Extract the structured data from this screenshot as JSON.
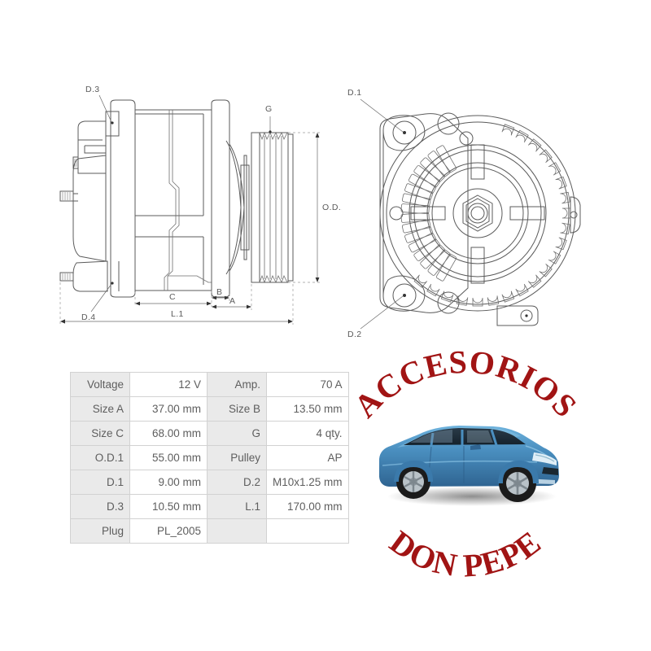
{
  "product": {
    "type": "alternator-technical-drawing",
    "views": [
      {
        "name": "side-view",
        "labels": [
          "D.3",
          "D.4",
          "C",
          "B",
          "A",
          "L.1",
          "G",
          "O.D.1"
        ]
      },
      {
        "name": "front-view",
        "labels": [
          "D.1",
          "D.2"
        ]
      }
    ]
  },
  "drawing_labels": {
    "d3": "D.3",
    "d4": "D.4",
    "g": "G",
    "od1": "O.D.1",
    "c": "C",
    "b": "B",
    "a": "A",
    "l1": "L.1",
    "d1": "D.1",
    "d2": "D.2"
  },
  "spec_table": {
    "rows": [
      {
        "k1": "Voltage",
        "v1": "12 V",
        "k2": "Amp.",
        "v2": "70 A"
      },
      {
        "k1": "Size A",
        "v1": "37.00 mm",
        "k2": "Size B",
        "v2": "13.50 mm"
      },
      {
        "k1": "Size C",
        "v1": "68.00 mm",
        "k2": "G",
        "v2": "4 qty."
      },
      {
        "k1": "O.D.1",
        "v1": "55.00 mm",
        "k2": "Pulley",
        "v2": "AP"
      },
      {
        "k1": "D.1",
        "v1": "9.00 mm",
        "k2": "D.2",
        "v2": "M10x1.25 mm"
      },
      {
        "k1": "D.3",
        "v1": "10.50 mm",
        "k2": "L.1",
        "v2": "170.00 mm"
      },
      {
        "k1": "Plug",
        "v1": "PL_2005",
        "k2": "",
        "v2": ""
      }
    ]
  },
  "logo": {
    "text_top": "ACCESORIOS",
    "text_bottom": "DON PEPE",
    "color": "#a11414",
    "car_color": "#4a8fc0"
  }
}
